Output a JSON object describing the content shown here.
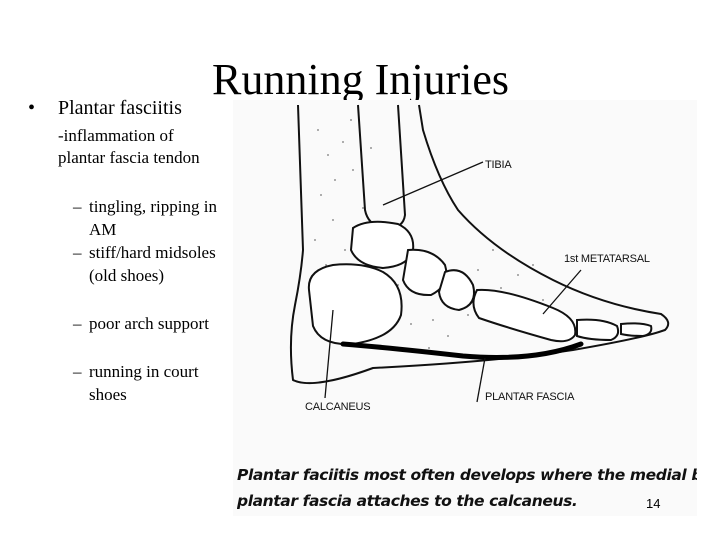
{
  "slide": {
    "title": "Running Injuries",
    "bullet": "Plantar fasciitis",
    "description": "-inflammation of plantar fascia tendon",
    "sub_bullets": [
      "tingling, ripping in AM",
      "stiff/hard midsoles (old shoes)",
      "poor arch support",
      "running in court shoes"
    ],
    "page_number": "14"
  },
  "figure": {
    "labels": {
      "tibia": "TIBIA",
      "metatarsal": "1st METATARSAL",
      "calcaneus": "CALCANEUS",
      "plantar_fascia": "PLANTAR FASCIA"
    },
    "caption_line1": "Plantar faciitis most often develops where the medial band of the",
    "caption_line2": "plantar fascia attaches to the calcaneus."
  }
}
